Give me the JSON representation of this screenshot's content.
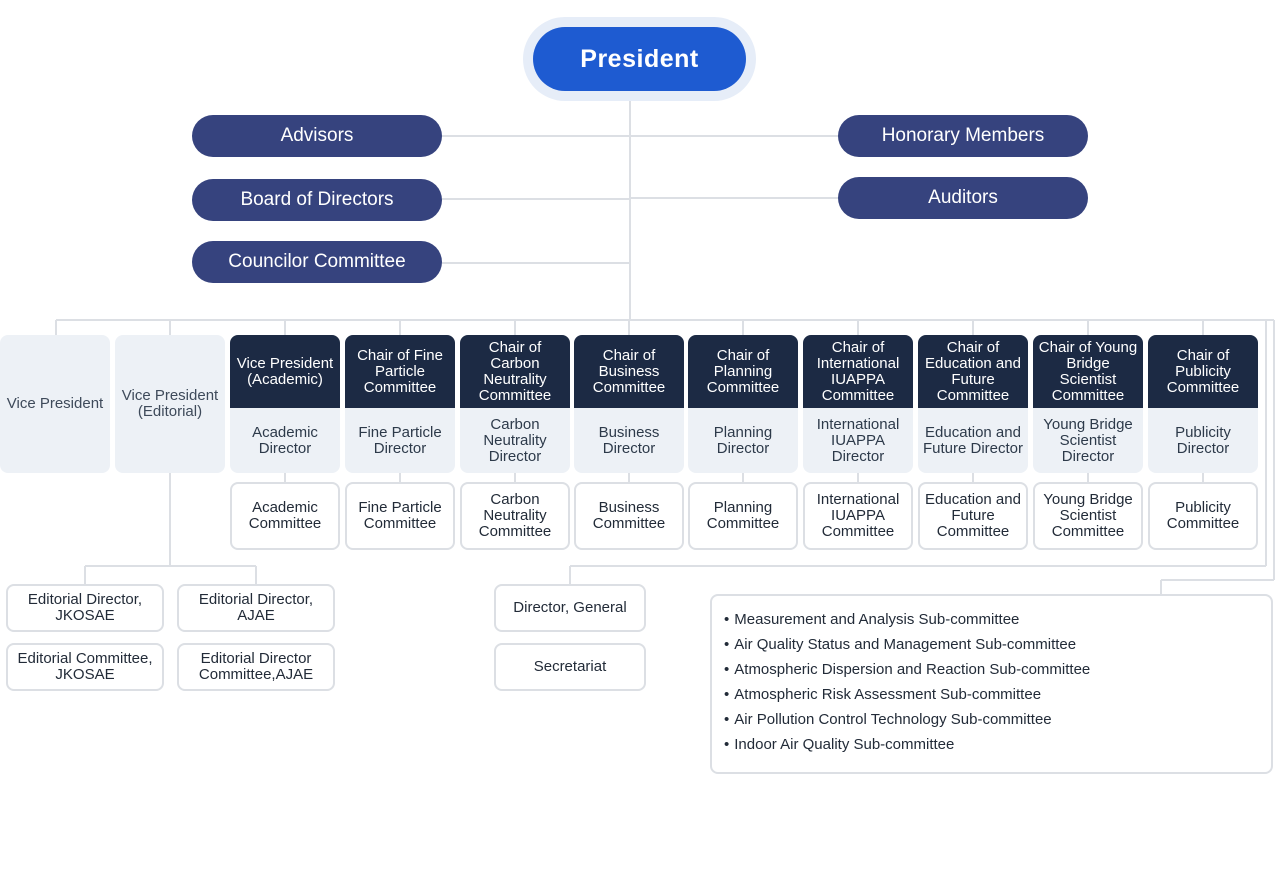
{
  "president": "President",
  "left_bodies": [
    "Advisors",
    "Board of Directors",
    "Councilor Committee"
  ],
  "right_bodies": [
    "Honorary Members",
    "Auditors"
  ],
  "vice_presidents": [
    "Vice President",
    "Vice President (Editorial)"
  ],
  "columns": [
    {
      "chair": "Vice President (Academic)",
      "director": "Academic Director",
      "committee": "Academic Committee"
    },
    {
      "chair": "Chair of Fine Particle Committee",
      "director": "Fine Particle Director",
      "committee": "Fine Particle Committee"
    },
    {
      "chair": "Chair of Carbon Neutrality Committee",
      "director": "Carbon Neutrality Director",
      "committee": "Carbon Neutrality Committee"
    },
    {
      "chair": "Chair of Business Committee",
      "director": "Business Director",
      "committee": "Business Committee"
    },
    {
      "chair": "Chair of Planning Committee",
      "director": "Planning Director",
      "committee": "Planning Committee"
    },
    {
      "chair": "Chair of International IUAPPA Committee",
      "director": "International IUAPPA Director",
      "committee": "International IUAPPA Committee"
    },
    {
      "chair": "Chair of Education and Future Committee",
      "director": "Education and Future Director",
      "committee": "Education and Future Committee"
    },
    {
      "chair": "Chair of Young Bridge Scientist Committee",
      "director": "Young Bridge Scientist Director",
      "committee": "Young Bridge Scientist Committee"
    },
    {
      "chair": "Chair of Publicity Committee",
      "director": "Publicity Director",
      "committee": "Publicity Committee"
    }
  ],
  "editorial": {
    "director_jkosae": "Editorial Director, JKOSAE",
    "director_ajae": "Editorial Director, AJAE",
    "committee_jkosae": "Editorial Committee, JKOSAE",
    "committee_ajae": "Editorial Director Committee,AJAE"
  },
  "secretariat": {
    "director_general": "Director, General",
    "secretariat": "Secretariat"
  },
  "subcommittees": [
    "Measurement and Analysis Sub-committee",
    "Air Quality Status and Management Sub-committee",
    "Atmospheric Dispersion and Reaction Sub-committee",
    "Atmospheric Risk Assessment Sub-committee",
    "Air Pollution Control Technology Sub-committee",
    "Indoor Air Quality Sub-committee"
  ],
  "colors": {
    "president": "#1e5bd1",
    "governance_pill": "#36437e",
    "chair_header": "#1c2a44",
    "director_cell": "#edf1f6",
    "connector": "#dcdfe4"
  }
}
